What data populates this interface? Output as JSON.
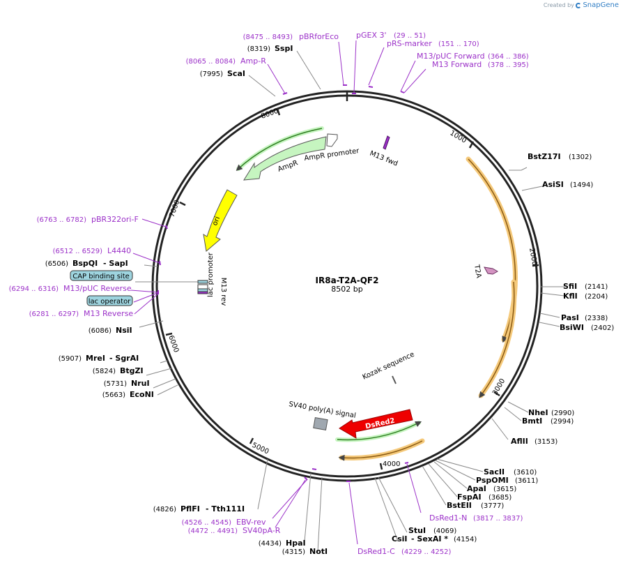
{
  "credit": {
    "created_by": "Created by",
    "brand": "SnapGene"
  },
  "plasmid": {
    "name": "IR8a-T2A-QF2",
    "size": "8502 bp"
  },
  "ticks": [
    "1000",
    "2000",
    "3000",
    "4000",
    "5000",
    "6000",
    "7000",
    "8000"
  ],
  "features": {
    "ampr_promoter": "AmpR promoter",
    "ampr": "AmpR",
    "m13fwd": "M13 fwd",
    "ori": "ori",
    "lac_promoter": "lac promoter",
    "m13rev": "M13 rev",
    "t2a": "T2A",
    "kozak": "Kozak sequence",
    "sv40": "SV40 poly(A) signal",
    "dsred2": "DsRed2"
  },
  "enzymes": {
    "sspi": {
      "pos": "(8319)",
      "name": "SspI"
    },
    "scai": {
      "pos": "(7995)",
      "name": "ScaI"
    },
    "bspqi": {
      "pos": "(6506)",
      "name": "BspQI",
      "name2": "- SapI"
    },
    "nsii": {
      "pos": "(6086)",
      "name": "NsiI"
    },
    "mrei": {
      "pos": "(5907)",
      "name": "MreI",
      "name2": "- SgrAI"
    },
    "btgzi": {
      "pos": "(5824)",
      "name": "BtgZI"
    },
    "nrui": {
      "pos": "(5731)",
      "name": "NruI"
    },
    "econi": {
      "pos": "(5663)",
      "name": "EcoNI"
    },
    "pflfi": {
      "pos": "(4826)",
      "name": "PflFI",
      "name2": "- Tth111I"
    },
    "hpai": {
      "pos": "(4434)",
      "name": "HpaI"
    },
    "noti": {
      "pos": "(4315)",
      "name": "NotI"
    },
    "stui": {
      "pos": "(4069)",
      "name": "StuI"
    },
    "csii": {
      "pos": "(4154)",
      "name": "CsiI",
      "name2": "- SexAI *"
    },
    "bstz17i": {
      "pos": "(1302)",
      "name": "BstZ17I"
    },
    "asisi": {
      "pos": "(1494)",
      "name": "AsiSI"
    },
    "sfii": {
      "pos": "(2141)",
      "name": "SfiI"
    },
    "kfli": {
      "pos": "(2204)",
      "name": "KflI"
    },
    "pasi": {
      "pos": "(2338)",
      "name": "PasI"
    },
    "bsiwi": {
      "pos": "(2402)",
      "name": "BsiWI"
    },
    "nhei": {
      "pos": "(2990)",
      "name": "NheI"
    },
    "bmti": {
      "pos": "(2994)",
      "name": "BmtI"
    },
    "aflii": {
      "pos": "(3153)",
      "name": "AflII"
    },
    "sacii": {
      "pos": "(3610)",
      "name": "SacII"
    },
    "pspomi": {
      "pos": "(3611)",
      "name": "PspOMI"
    },
    "apai": {
      "pos": "(3615)",
      "name": "ApaI"
    },
    "fspai": {
      "pos": "(3685)",
      "name": "FspAI"
    },
    "bsteii": {
      "pos": "(3777)",
      "name": "BstEII"
    }
  },
  "primers": {
    "pbrforeco": {
      "pos": "(8475 .. 8493)",
      "name": "pBRforEco"
    },
    "pgex3": {
      "name": "pGEX 3'"
    },
    "pgex3_pos": {
      "pos": "(29 .. 51)"
    },
    "prsmarker": {
      "name": "pRS-marker",
      "pos": "(151 .. 170)"
    },
    "m13pucfwd": {
      "name": "M13/pUC Forward",
      "pos": "(364 .. 386)"
    },
    "m13fwd": {
      "name": "M13 Forward",
      "pos": "(378 .. 395)"
    },
    "ampr": {
      "pos": "(8065 .. 8084)",
      "name": "Amp-R"
    },
    "pbr322ori": {
      "pos": "(6763 .. 6782)",
      "name": "pBR322ori-F"
    },
    "l4440": {
      "pos": "(6512 .. 6529)",
      "name": "L4440"
    },
    "m13pucrev": {
      "pos": "(6294 .. 6316)",
      "name": "M13/pUC Reverse"
    },
    "m13rev": {
      "pos": "(6281 .. 6297)",
      "name": "M13 Reverse"
    },
    "ebvrev": {
      "pos": "(4526 .. 4545)",
      "name": "EBV-rev"
    },
    "sv40parev": {
      "pos": "(4472 .. 4491)",
      "name": "SV40pA-R"
    },
    "dsred1c": {
      "name": "DsRed1-C",
      "pos": "(4229 .. 4252)"
    },
    "dsred1n": {
      "name": "DsRed1-N",
      "pos": "(3817 .. 3837)"
    }
  },
  "boxes": {
    "cap": "CAP binding site",
    "lacop": "lac operator"
  },
  "colors": {
    "primer": "#9b30c8",
    "ampr": "#c6f5c0",
    "ori": "#ffff00",
    "dsred": "#ee0000",
    "cds_orange": "#f5c97a",
    "box_fill": "#9ed4df"
  }
}
